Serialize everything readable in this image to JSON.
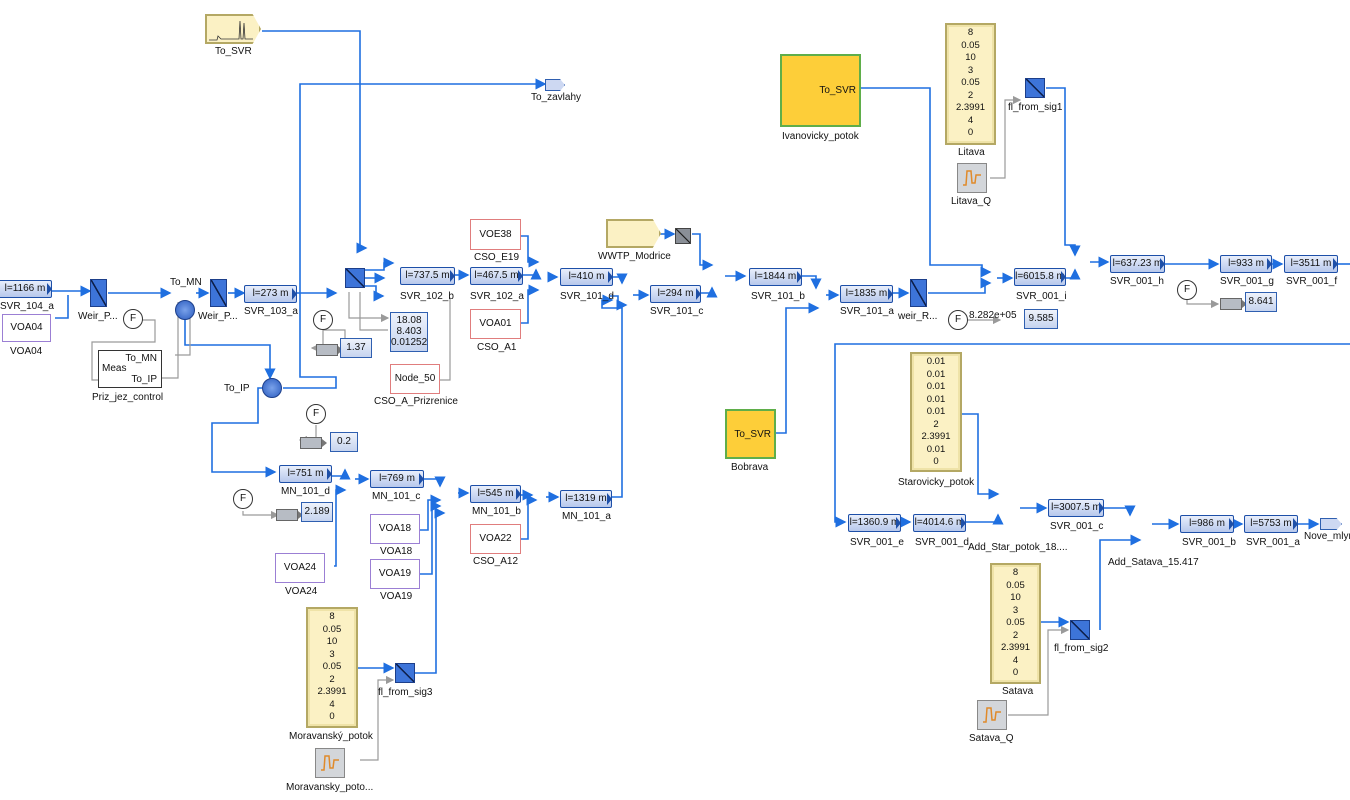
{
  "colors": {
    "signal": "#1f6fe0",
    "param": "#9a9a9a",
    "pipe_border": "#1d4fa8",
    "source_border": "#e07d7d",
    "violet_border": "#9b7fd4",
    "yellow_fill": "#fbf1c4",
    "catchment_fill": "#fdce39",
    "catchment_border": "#5fae4a"
  },
  "pipes": [
    {
      "value": "l=1166 m",
      "label": "SVR_104_a"
    },
    {
      "value": "l=273 m",
      "label": "SVR_103_a"
    },
    {
      "value": "l=737.5 m",
      "label": "SVR_102_b"
    },
    {
      "value": "l=467.5 m",
      "label": "SVR_102_a"
    },
    {
      "value": "l=410 m",
      "label": "SVR_101_d"
    },
    {
      "value": "l=294 m",
      "label": "SVR_101_c"
    },
    {
      "value": "l=1844 m",
      "label": "SVR_101_b"
    },
    {
      "value": "l=1835 m",
      "label": "SVR_101_a"
    },
    {
      "value": "l=6015.8 m",
      "label": "SVR_001_i"
    },
    {
      "value": "l=637.23 m",
      "label": "SVR_001_h"
    },
    {
      "value": "l=933 m",
      "label": "SVR_001_g"
    },
    {
      "value": "l=3511 m",
      "label": "SVR_001_f"
    },
    {
      "value": "l=751 m",
      "label": "MN_101_d"
    },
    {
      "value": "l=769 m",
      "label": "MN_101_c"
    },
    {
      "value": "l=545 m",
      "label": "MN_101_b"
    },
    {
      "value": "l=1319 m",
      "label": "MN_101_a"
    },
    {
      "value": "l=1360.9 m",
      "label": "SVR_001_e"
    },
    {
      "value": "l=4014.6 m",
      "label": "SVR_001_d"
    },
    {
      "value": "l=3007.5 m",
      "label": "SVR_001_c"
    },
    {
      "value": "l=986 m",
      "label": "SVR_001_b"
    },
    {
      "value": "l=5753 m",
      "label": "SVR_001_a"
    }
  ],
  "sources": {
    "voe38": {
      "value": "VOE38",
      "label": "CSO_E19"
    },
    "voa01": {
      "value": "VOA01",
      "label": "CSO_A1"
    },
    "node50": {
      "value": "Node_50",
      "label": "CSO_A_Prizrenice"
    },
    "voa22": {
      "value": "VOA22",
      "label": "CSO_A12"
    },
    "voa04": {
      "value": "VOA04",
      "label": "VOA04"
    },
    "voa18": {
      "value": "VOA18",
      "label": "VOA18"
    },
    "voa19": {
      "value": "VOA19",
      "label": "VOA19"
    },
    "voa24": {
      "value": "VOA24",
      "label": "VOA24"
    }
  },
  "catchments": {
    "ivanovicky": {
      "port": "To_SVR",
      "label": "Ivanovicky_potok"
    },
    "bobrava": {
      "port": "To_SVR",
      "label": "Bobrava"
    }
  },
  "params": {
    "litava": {
      "values": [
        "8",
        "0.05",
        "10",
        "3",
        "0.05",
        "2",
        "2.3991",
        "4",
        "0"
      ],
      "label": "Litava"
    },
    "starovicky": {
      "values": [
        "0.01",
        "0.01",
        "0.01",
        "0.01",
        "0.01",
        "2",
        "2.3991",
        "0.01",
        "0"
      ],
      "label": "Starovicky_potok"
    },
    "satava": {
      "values": [
        "8",
        "0.05",
        "10",
        "3",
        "0.05",
        "2",
        "2.3991",
        "4",
        "0"
      ],
      "label": "Satava"
    },
    "moravansky": {
      "values": [
        "8",
        "0.05",
        "10",
        "3",
        "0.05",
        "2",
        "2.3991",
        "4",
        "0"
      ],
      "label": "Moravanský_potok"
    }
  },
  "scopes": {
    "litava_q": "Litava_Q",
    "satava_q": "Satava_Q",
    "moravansky_q": "Moravansky_poto..."
  },
  "displays": {
    "d137": "1.37",
    "d02": "0.2",
    "d2189": "2.189",
    "d9585": "9.585",
    "d8641": "8.641",
    "multi": [
      "18.08",
      "8.403",
      "0.01252"
    ],
    "sci": "8.282e+05"
  },
  "labels": {
    "to_svr_top": "To_SVR",
    "to_zavlahy": "To_zavlahy",
    "to_mn": "To_MN",
    "to_ip": "To_IP",
    "weir_p1": "Weir_P...",
    "weir_p2": "Weir_P...",
    "weir_r": "weir_R...",
    "priz_title": "Priz_jez_control",
    "priz_in": "Meas",
    "priz_out1": "To_MN",
    "priz_out2": "To_IP",
    "wwtp": "WWTP_Modrice",
    "fl_sig1": "fl_from_sig1",
    "fl_sig2": "fl_from_sig2",
    "fl_sig3": "fl_from_sig3",
    "add_star": "Add_Star_potok_18....",
    "add_satava": "Add_Satava_15.417",
    "nove": "Nove_mlyn",
    "f": "F"
  }
}
